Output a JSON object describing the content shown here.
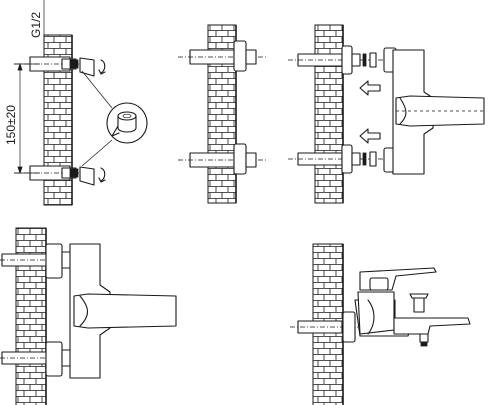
{
  "figure": {
    "labels": {
      "thread_size": "G1/2",
      "center_distance": "150±20"
    },
    "steps": [
      {
        "id": "step-1-measure-and-seal"
      },
      {
        "id": "step-2-fit-connectors"
      },
      {
        "id": "step-3-attach-mixer-body"
      },
      {
        "id": "step-4-mounted-side-view"
      },
      {
        "id": "step-5-mounted-front-view"
      }
    ],
    "colors": {
      "ink": "#1a1a1a",
      "paper": "#ffffff"
    },
    "icons": [
      "tape-roll-icon",
      "rotation-arrow-icon",
      "push-arrow-icon"
    ]
  }
}
